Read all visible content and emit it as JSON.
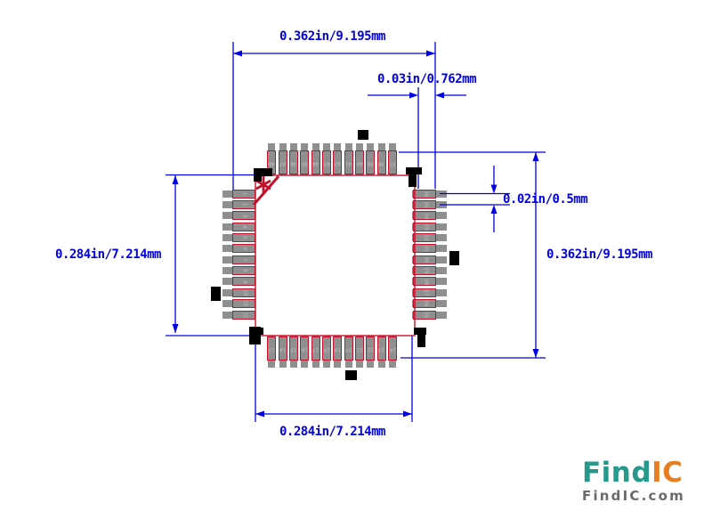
{
  "page": {
    "background": "#ffffff"
  },
  "colors": {
    "dimension_blue": "#0000e6",
    "outline_red": "#c5112b",
    "pad_gray": "#8f8f8f",
    "pin_number_gray": "#c3c9cb",
    "marker_black": "#000000",
    "logo_teal": "#27998c",
    "logo_orange": "#e87e22",
    "logo_domain_gray": "#6a6b6d"
  },
  "dimensions": {
    "top_lead_span": "0.362in/9.195mm",
    "lead_length": "0.03in/0.762mm",
    "right_lead_span": "0.362in/9.195mm",
    "pin_pitch": "0.02in/0.5mm",
    "left_body_size": "0.284in/7.214mm",
    "bottom_body_size": "0.284in/7.214mm"
  },
  "footprint": {
    "pin1_marker": "*",
    "pins": {
      "top": [
        "48",
        "47",
        "46",
        "45",
        "44",
        "43",
        "42",
        "41",
        "40",
        "39",
        "38",
        "37"
      ],
      "bottom": [
        "13",
        "14",
        "15",
        "16",
        "17",
        "18",
        "19",
        "20",
        "21",
        "22",
        "23",
        "24"
      ],
      "left": [
        "1",
        "2",
        "3",
        "4",
        "5",
        "6",
        "7",
        "8",
        "9",
        "10",
        "11",
        "12"
      ],
      "right": [
        "36",
        "35",
        "34",
        "33",
        "32",
        "31",
        "30",
        "29",
        "28",
        "27",
        "26",
        "25"
      ]
    }
  },
  "logo": {
    "brand_primary": "Find",
    "brand_secondary": "IC",
    "domain": "FindIC.com"
  }
}
